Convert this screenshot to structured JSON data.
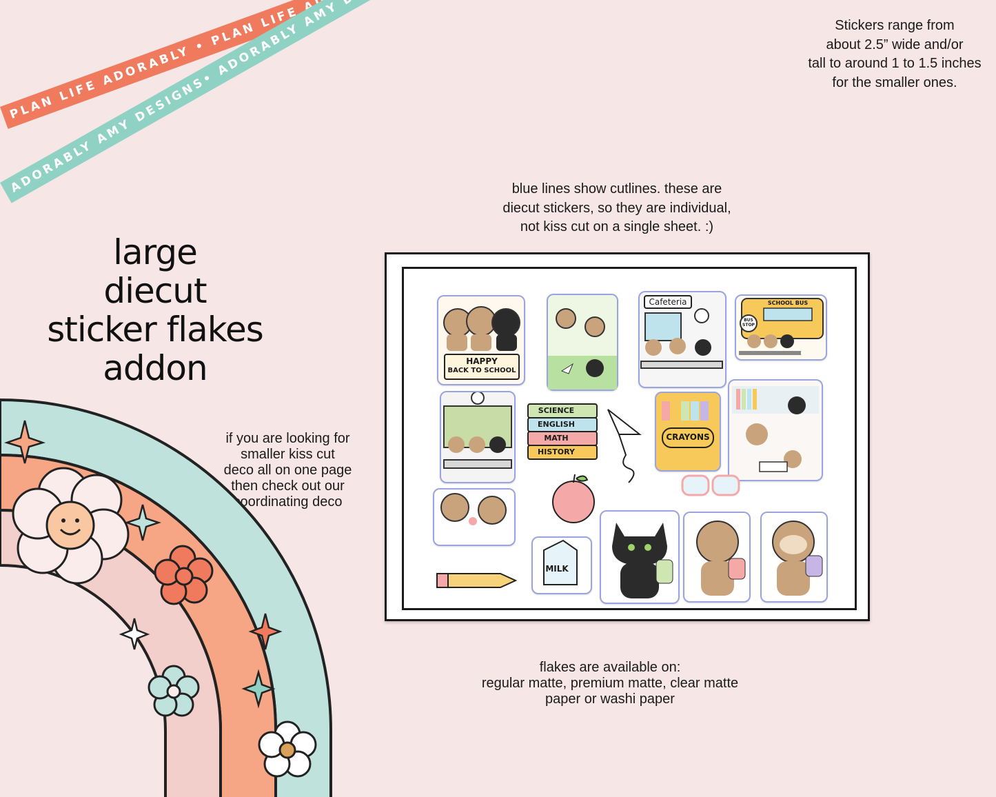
{
  "ribbons": {
    "coral_text": "PLAN LIFE ADORABLY • PLAN LIFE ADORABLY • PLAN LIFE ADORABLY •",
    "mint_text": "ADORABLY AMY DESIGNS• ADORABLY AMY DESIGNS• ADORABLY AMY DESIGNS•"
  },
  "size_note": [
    "Stickers range from",
    "about 2.5” wide and/or",
    "tall to around 1 to 1.5 inches",
    "for the smaller ones."
  ],
  "cutline_note": [
    "blue lines show cutlines.  these are",
    "diecut stickers, so they are individual,",
    "not kiss cut on a single sheet. :)"
  ],
  "title": [
    "large",
    "diecut",
    "sticker flakes",
    "addon"
  ],
  "coordinating_note": [
    "if you are looking for",
    "smaller kiss cut",
    "deco all on one page",
    "then check out our",
    "coordinating deco"
  ],
  "paper_note": [
    "flakes are available on:",
    "regular matte, premium matte, clear matte",
    "paper or washi paper"
  ],
  "sticker_labels": {
    "happy": "HAPPY",
    "back_to_school": "BACK TO SCHOOL",
    "cafeteria": "Cafeteria",
    "school_bus": "SCHOOL BUS",
    "bus_stop": "BUS STOP",
    "science": "SCIENCE",
    "english": "ENGLISH",
    "math": "MATH",
    "history": "HISTORY",
    "crayons": "CRAYONS",
    "milk": "MILK"
  },
  "colors": {
    "background": "#f6e6e6",
    "coral": "#f07a5d",
    "mint": "#8fd2c4",
    "cutline": "#9aa5e0"
  }
}
